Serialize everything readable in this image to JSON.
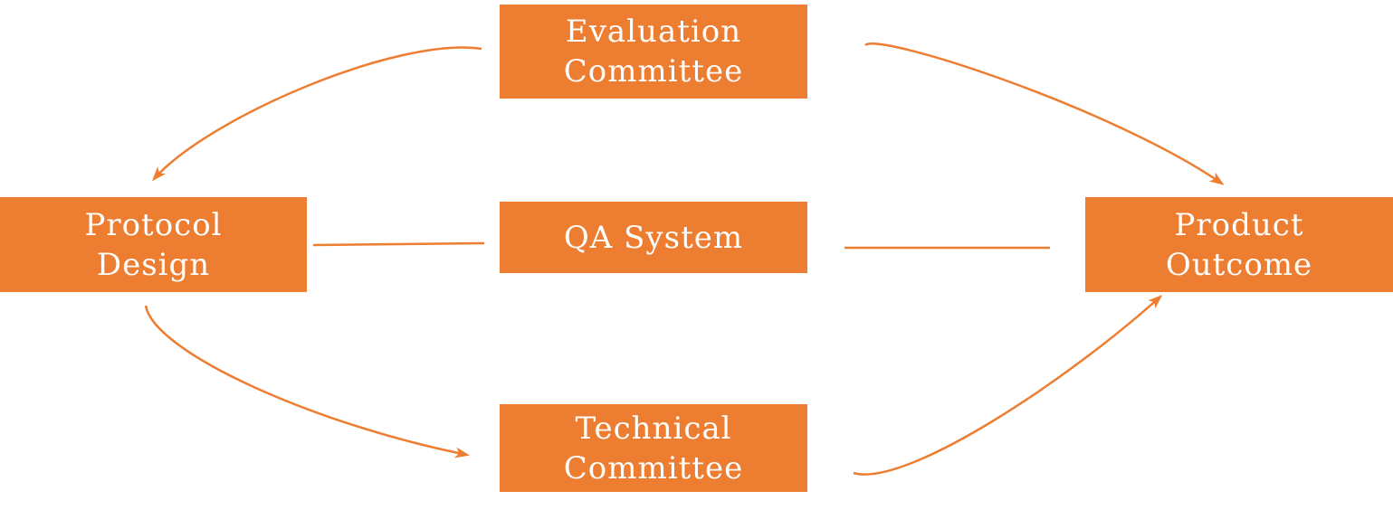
{
  "diagram": {
    "accent_color": "#ED7D31",
    "text_color": "#FFFFFF",
    "nodes": {
      "evaluation_committee": {
        "line1": "Evaluation",
        "line2": "Committee"
      },
      "protocol_design": {
        "line1": "Protocol",
        "line2": "Design"
      },
      "qa_system": {
        "line1": "QA System"
      },
      "product_outcome": {
        "line1": "Product",
        "line2": "Outcome"
      },
      "technical_committee": {
        "line1": "Technical",
        "line2": "Committee"
      }
    },
    "edges": [
      {
        "from": "evaluation_committee",
        "to": "protocol_design",
        "arrow": true
      },
      {
        "from": "evaluation_committee",
        "to": "product_outcome",
        "arrow": true
      },
      {
        "from": "protocol_design",
        "to": "technical_committee",
        "arrow": true
      },
      {
        "from": "technical_committee",
        "to": "product_outcome",
        "arrow": true
      },
      {
        "from": "protocol_design",
        "to": "qa_system",
        "arrow": false
      },
      {
        "from": "qa_system",
        "to": "product_outcome",
        "arrow": false
      }
    ]
  }
}
